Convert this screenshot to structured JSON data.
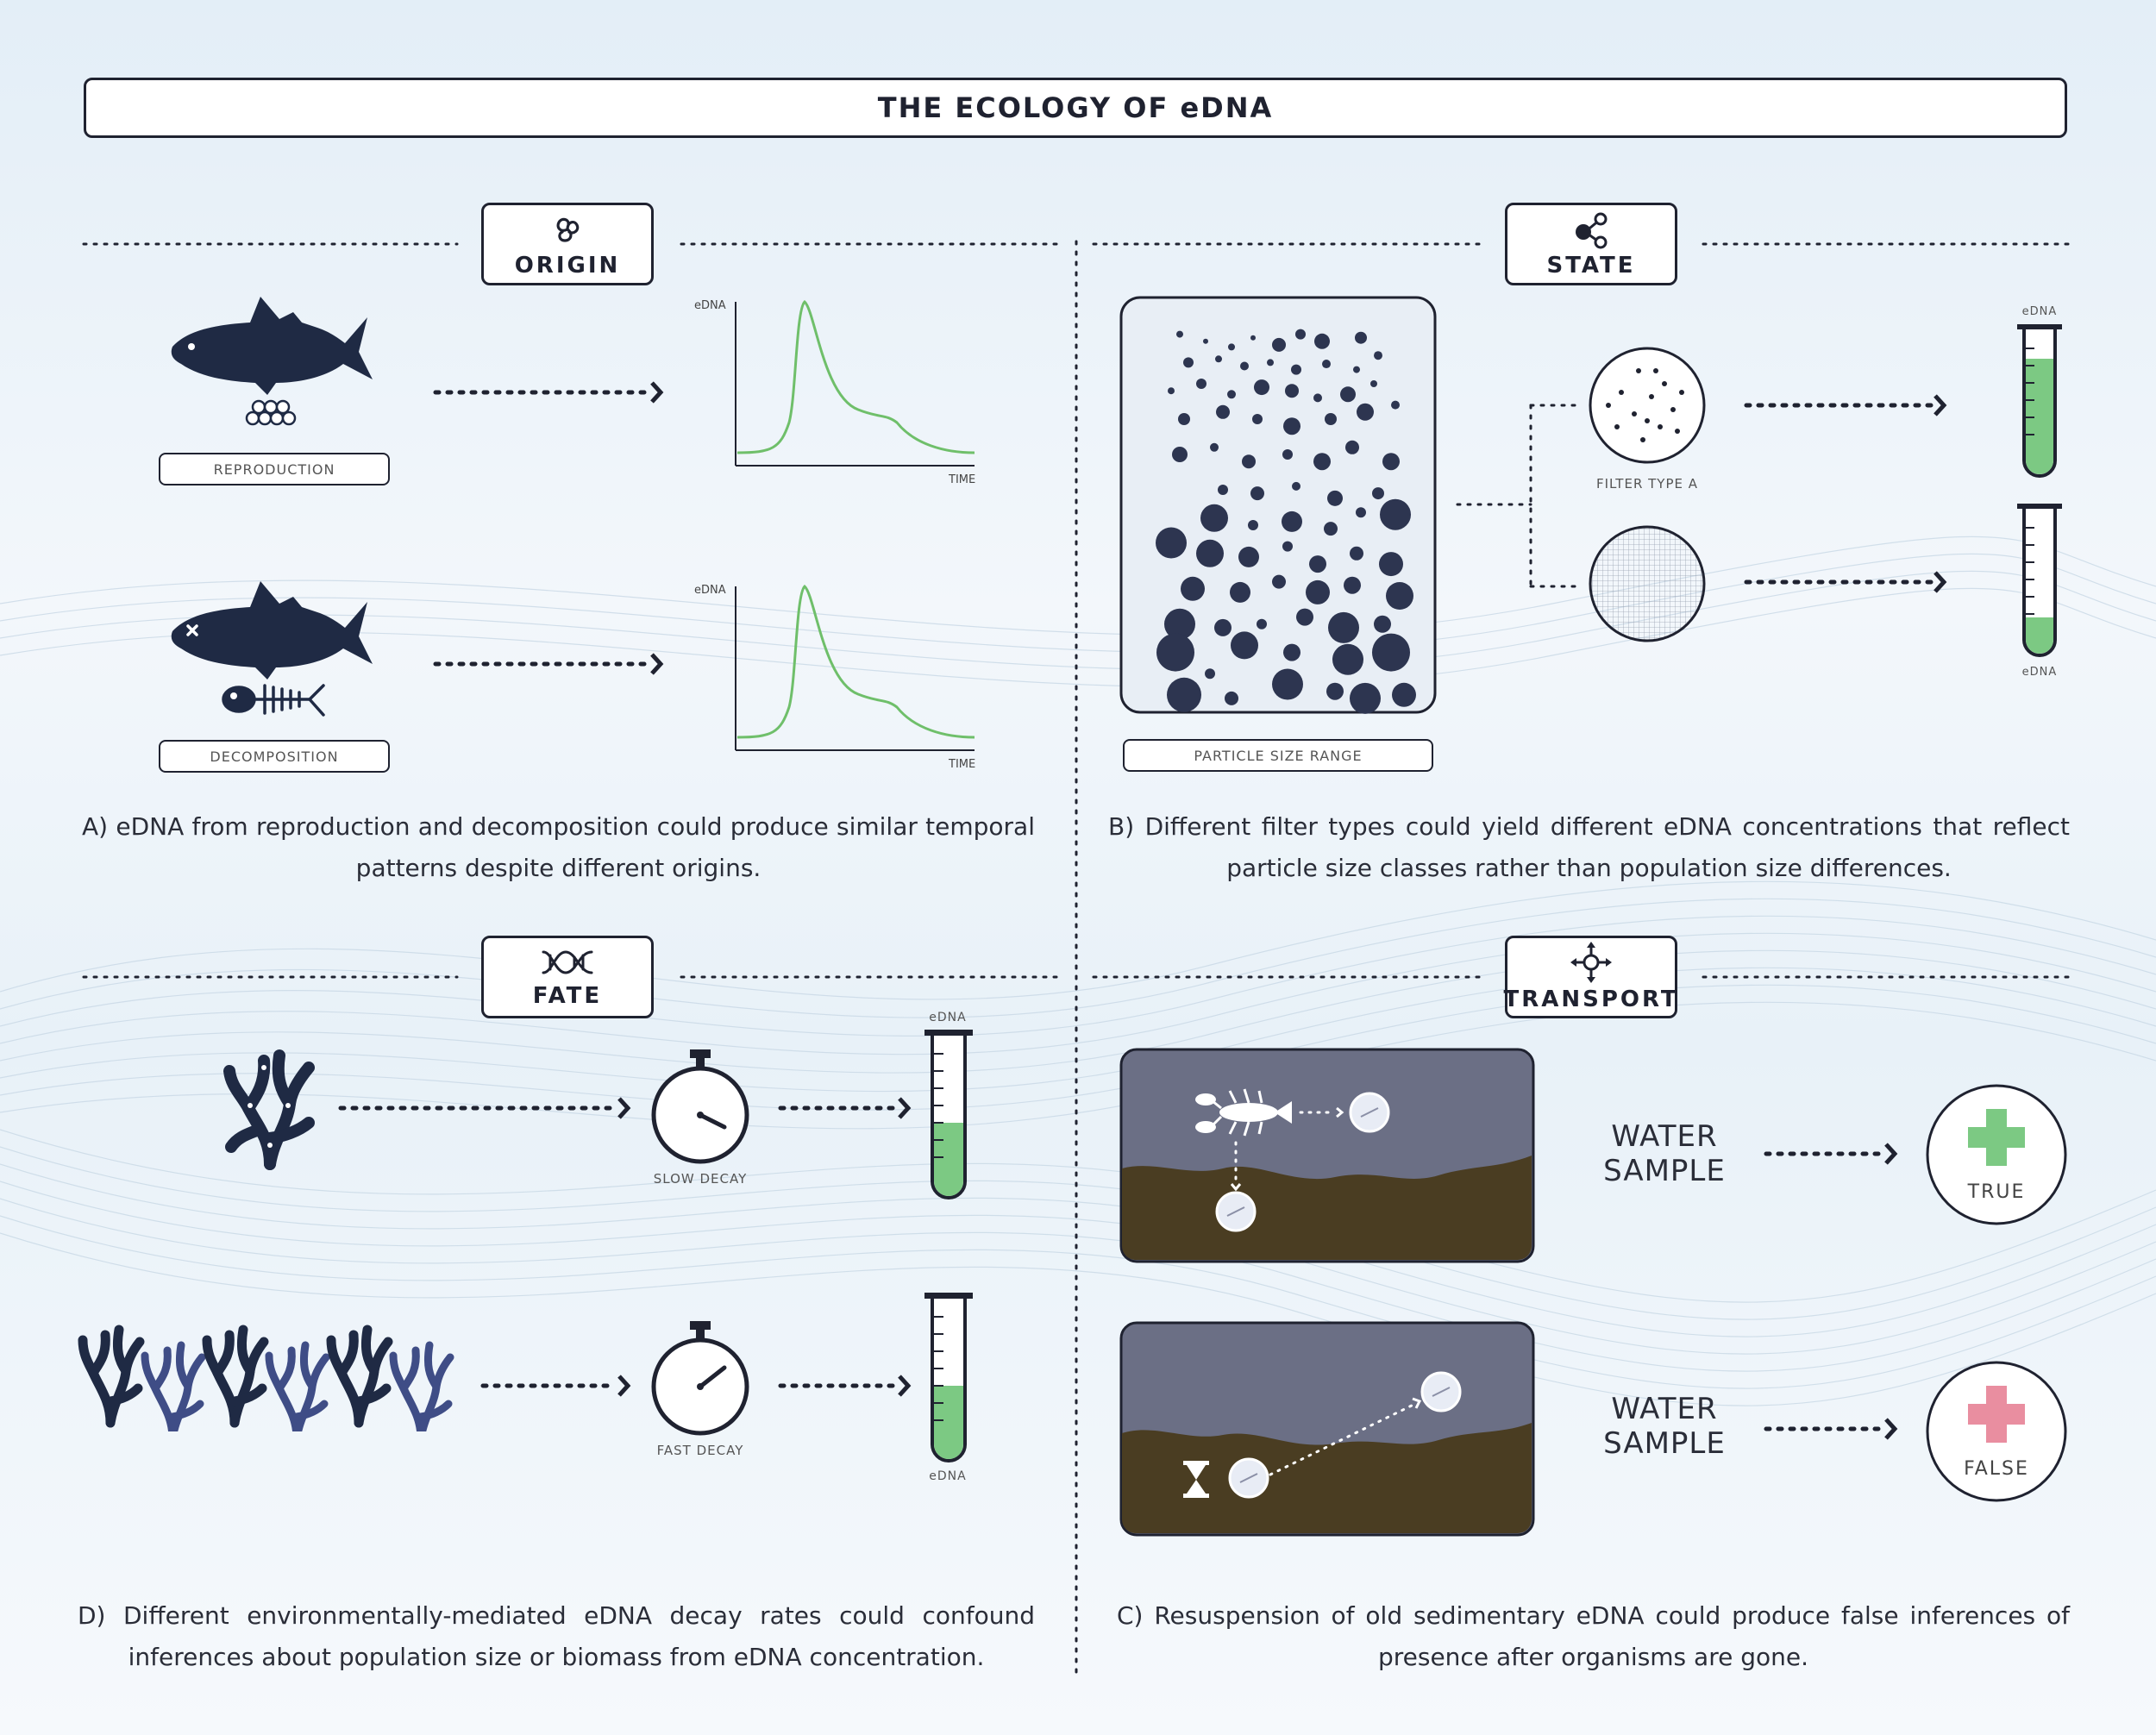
{
  "title": "THE ECOLOGY OF eDNA",
  "sections": {
    "origin": {
      "tag": "ORIGIN",
      "reproduction_label": "REPRODUCTION",
      "decomposition_label": "DECOMPOSITION",
      "plot_ylabel": "eDNA",
      "plot_xlabel": "TIME",
      "caption": "A) eDNA from reproduction and decomposition could produce similar temporal patterns despite different origins."
    },
    "state": {
      "tag": "STATE",
      "particle_label": "PARTICLE SIZE RANGE",
      "filter_a_label": "FILTER TYPE A",
      "tube_label": "eDNA",
      "caption": "B) Different filter types could yield different eDNA concentrations that reflect particle size classes rather than population size differences."
    },
    "fate": {
      "tag": "FATE",
      "slow_label": "SLOW DECAY",
      "fast_label": "FAST DECAY",
      "tube_label": "eDNA",
      "caption": "D) Different environmentally-mediated eDNA decay rates could confound inferences about population size or biomass from eDNA concentration."
    },
    "transport": {
      "tag": "TRANSPORT",
      "water_sample_line1": "WATER",
      "water_sample_line2": "SAMPLE",
      "true_label": "TRUE",
      "false_label": "FALSE",
      "caption": "C) Resuspension of old sedimentary eDNA could produce false inferences of presence after organisms are gone."
    }
  },
  "colors": {
    "navy": "#1f2a44",
    "green_curve": "#6fbf6a",
    "tube_fill": "#7cc983",
    "true_plus": "#7cc983",
    "false_plus": "#e98ea0",
    "water_panel": "#6b6f85",
    "sediment": "#4a3d22"
  },
  "icons": [
    "triskele-icon",
    "molecule-icon",
    "dna-icon",
    "move-arrows-icon",
    "fish-icon",
    "eggs-icon",
    "fish-skeleton-icon",
    "seaweed-icon",
    "stopwatch-icon",
    "test-tube-icon",
    "lobster-icon",
    "hourglass-icon",
    "plus-icon"
  ]
}
